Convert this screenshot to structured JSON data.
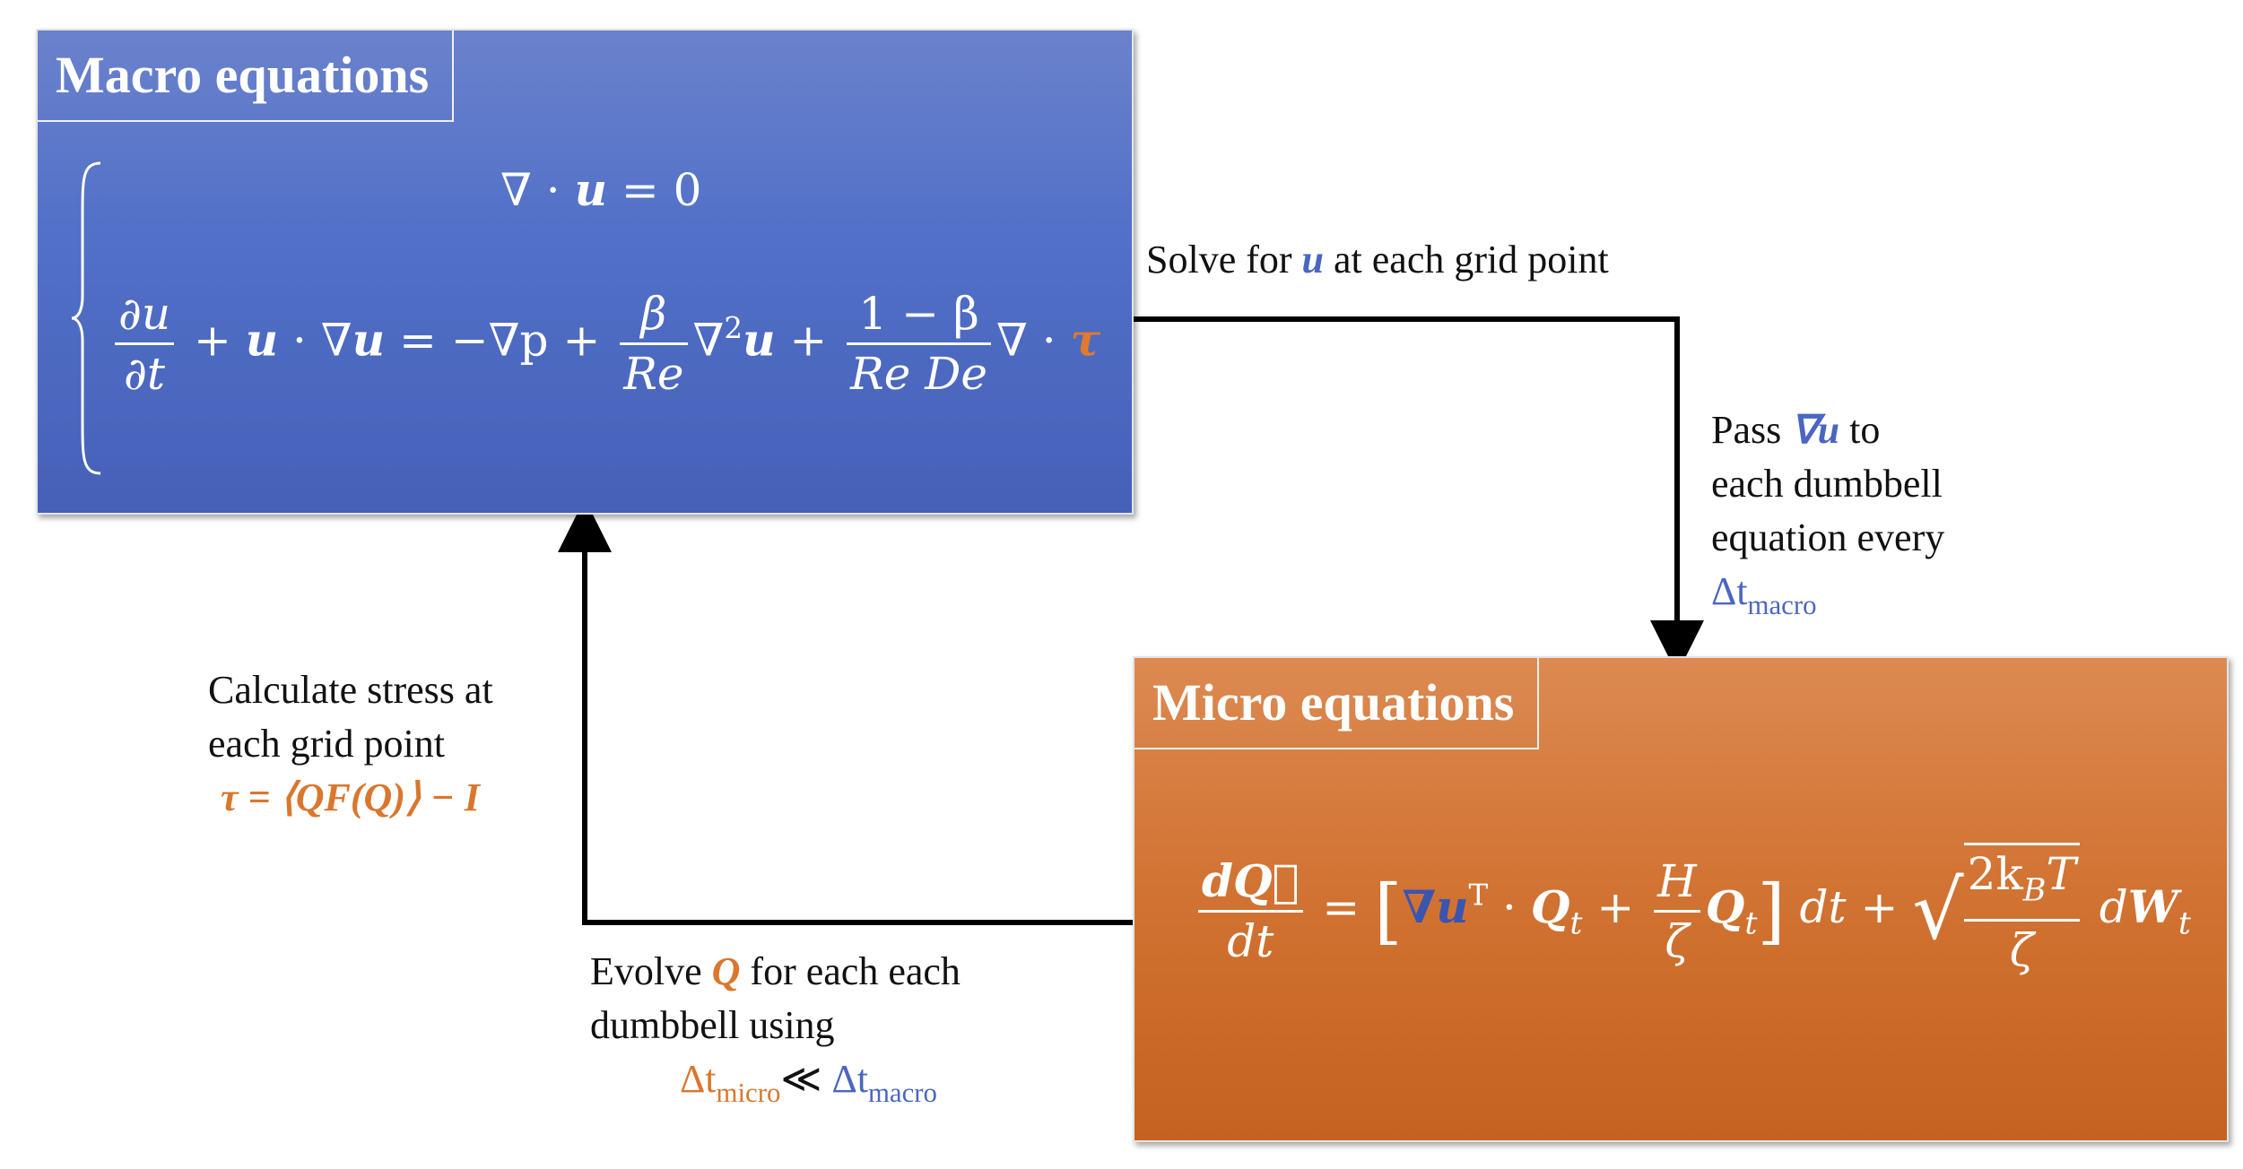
{
  "macro": {
    "title": "Macro equations",
    "eq1": {
      "lhs": "∇ · ",
      "var": "u",
      "rhs": " = 0"
    },
    "eq2": {
      "dt_num": "∂u",
      "dt_den": "∂t",
      "part1": " + ",
      "u1": "u",
      "part2": " · ∇",
      "u2": "u",
      "part3": " = −∇p + ",
      "beta_num": "β",
      "beta_den": "Re",
      "part4": "∇",
      "sq": "2",
      "u3": "u",
      "part5": " + ",
      "f2_num": "1 − β",
      "f2_den": "Re De",
      "part6": "∇ · ",
      "tau": "τ"
    }
  },
  "micro": {
    "title": "Micro equations",
    "eq": {
      "q_num": "dQ⃗",
      "q_den": "dt",
      "eqsign": " = ",
      "lbracket": "[",
      "grad_u": "∇u",
      "T": "T",
      "dot": " · ",
      "Qt1": "Q",
      "t1": "t",
      "plus1": " + ",
      "h_num": "H",
      "h_den": "ζ",
      "Qt2": "Q",
      "t2": "t",
      "rbracket": "]",
      "dt_plus": " dt + ",
      "sqrt_num": "2k",
      "sqrt_sub": "B",
      "sqrt_num2": "T",
      "sqrt_den": "ζ",
      "dW": " d",
      "W": "W",
      "Wt": "t"
    }
  },
  "labels": {
    "solve": {
      "pre": "Solve for ",
      "var": "u",
      "post": " at each grid point"
    },
    "pass": {
      "line1_pre": "Pass ",
      "line1_var": "∇u",
      "line1_post": " to",
      "line2": "each dumbbell",
      "line3": "equation every",
      "line4_delta": "Δt",
      "line4_sub": "macro"
    },
    "stress": {
      "line1": "Calculate stress at",
      "line2": "each grid point",
      "formula": "τ = ⟨QF(Q)⟩ − I"
    },
    "evolve": {
      "line1_pre": "Evolve ",
      "line1_var": "Q",
      "line1_post": " for each each",
      "line2": "dumbbell using",
      "dt_micro": "Δt",
      "dt_micro_sub": "micro",
      "ll": "≪ ",
      "dt_macro": "Δt",
      "dt_macro_sub": "macro"
    }
  },
  "colors": {
    "macro_box": "#5271c8",
    "micro_box": "#d27434",
    "accent_blue": "#4a66c0",
    "accent_orange": "#d9772e",
    "arrow": "#000000"
  }
}
